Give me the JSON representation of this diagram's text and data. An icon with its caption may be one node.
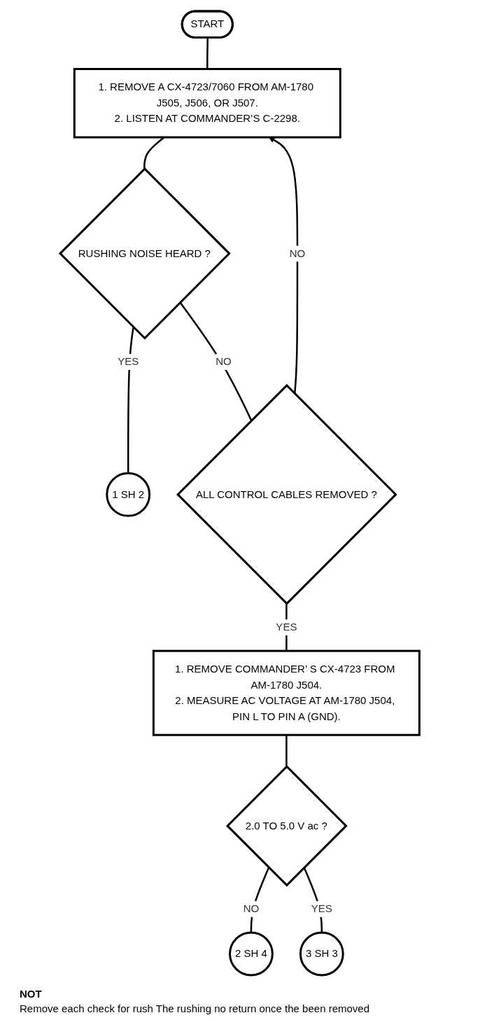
{
  "diagram": {
    "nodes": [
      {
        "text": [
          "START"
        ]
      },
      {
        "text": [
          "1. REMOVE A CX-4723/7060 FROM AM-1780 J505, J506, OR J507.",
          "2. LISTEN AT COMMANDER’S C-2298."
        ]
      },
      {
        "text": [
          "RUSHING NOISE HEARD ?"
        ]
      },
      {
        "text": [
          "1 SH 2"
        ]
      },
      {
        "text": [
          "ALL CONTROL CABLES REMOVED ?"
        ]
      },
      {
        "text": [
          "1. REMOVE COMMANDER’ S CX-4723 FROM AM-1780 J504.",
          "2. MEASURE AC VOLTAGE AT AM-1780 J504, PIN L TO PIN A (GND)."
        ]
      },
      {
        "text": [
          "2.0 TO 5.0 V ac ?"
        ]
      },
      {
        "text": [
          "2 SH 4"
        ]
      },
      {
        "text": [
          "3 SH 3"
        ]
      }
    ],
    "edges": [
      {
        "from": 0,
        "to": 1,
        "arrow": "none"
      },
      {
        "from": 1,
        "to": 2,
        "arrow": "none"
      },
      {
        "from": 2,
        "to": 3,
        "arrow": "none",
        "label": "YES"
      },
      {
        "from": 2,
        "to": 4,
        "arrow": "none",
        "label": "NO"
      },
      {
        "from": 4,
        "to": 1,
        "arrow": "to",
        "label": "NO"
      },
      {
        "from": 4,
        "to": 5,
        "arrow": "none",
        "label": "YES"
      },
      {
        "from": 5,
        "to": 6,
        "arrow": "none"
      },
      {
        "from": 6,
        "to": 7,
        "arrow": "none",
        "label": "NO"
      },
      {
        "from": 6,
        "to": 8,
        "arrow": "none",
        "label": "YES"
      }
    ],
    "labels": [
      "NOT",
      "Remove each check for rush The rushing no return once the been removed"
    ]
  }
}
